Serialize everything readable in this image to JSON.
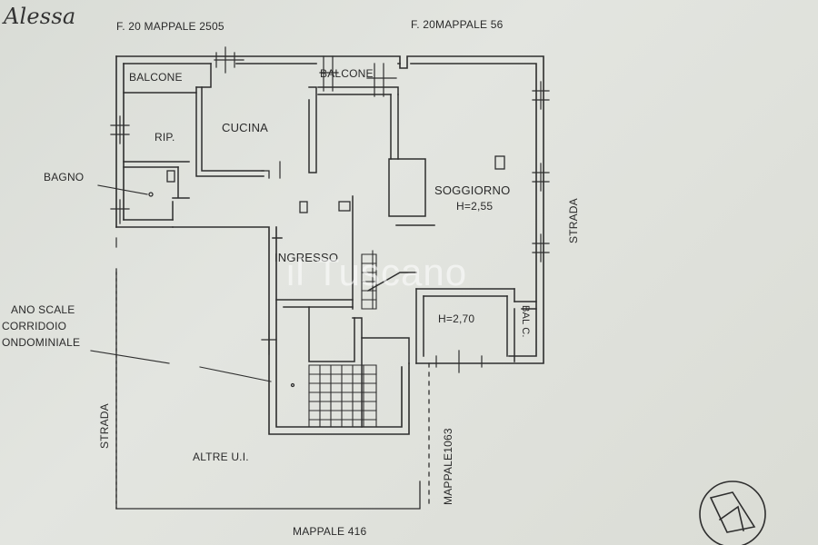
{
  "header": {
    "handwriting": "Alessa",
    "parcel_left": "F. 20 MAPPALE 2505",
    "parcel_right": "F. 20MAPPALE 56"
  },
  "rooms": {
    "balcone_left": "BALCONE",
    "balcone_right": "BALCONE",
    "rip": "RIP.",
    "cucina": "CUCINA",
    "bagno": "BAGNO",
    "soggiorno": "SOGGIORNO",
    "soggiorno_height": "H=2,55",
    "ingresso": "INGRESSO",
    "room_height": "H=2,70",
    "balc": "BAL C."
  },
  "notes": {
    "stairs_line1": "ANO SCALE",
    "stairs_line2": "CORRIDOIO",
    "stairs_line3": "ONDOMINIALE",
    "altre_ui": "ALTRE U.I."
  },
  "boundaries": {
    "strada_right": "STRADA",
    "strada_left": "STRADA",
    "mappale_1063": "MAPPALE1063",
    "mappale_416": "MAPPALE 416"
  },
  "watermark": "il Tuscano",
  "colors": {
    "ink": "#2b2b2b",
    "paper": "#dfe1dc"
  }
}
